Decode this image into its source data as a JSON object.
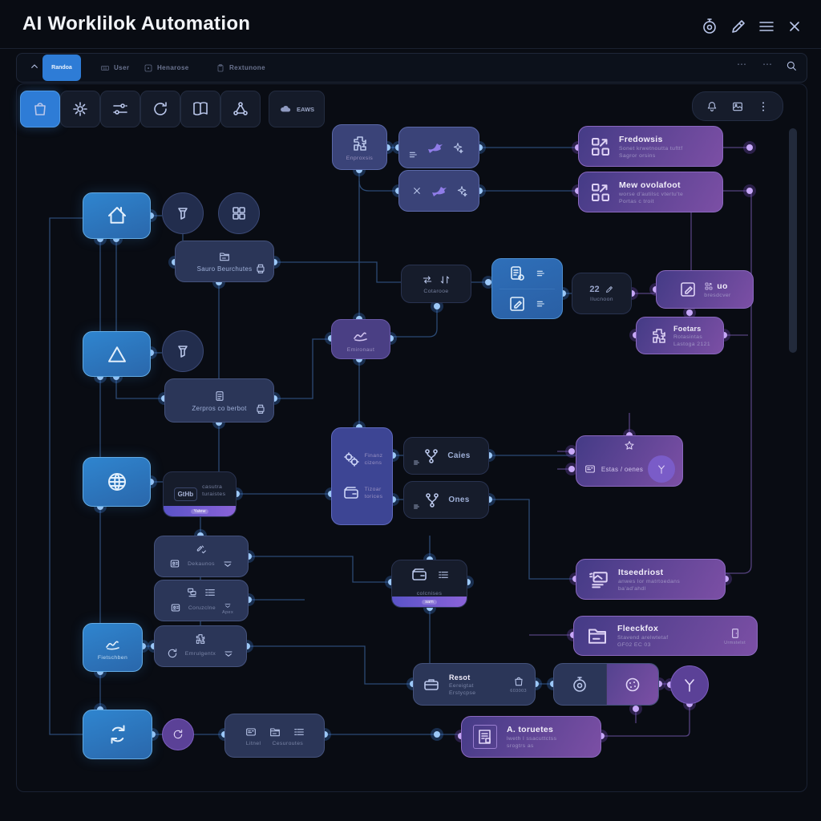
{
  "header": {
    "title": "AI Worklilok Automation"
  },
  "toolbar": {
    "active": "Randoa",
    "tab_user": "User",
    "tab_hen": "Henarose",
    "tab_rex": "Rextunone"
  },
  "iconbar": {
    "aws": "EAWS"
  },
  "colors": {
    "accent_blue": "#2e7cd6",
    "accent_purple": "#7c4fa5",
    "canvas_bg": "#090c13"
  },
  "nodes": {
    "enproxsis": {
      "label": "Enproxsis"
    },
    "fredowsis": {
      "title": "Fredowsis",
      "line1": "Sonet krwetnoutta tufttf",
      "line2": "Sagror orsins"
    },
    "mew": {
      "title": "Mew ovolafoot",
      "line1": "worse d'autilsc vtertu'te",
      "line2": "Portas c troit"
    },
    "sauro": {
      "label": "Sauro Beurchutes"
    },
    "cotarooe": {
      "label": "Cotarooe"
    },
    "emironaut": {
      "label": "Emironaut"
    },
    "ilvawon": {
      "num": "22",
      "label": "Ilucnoon"
    },
    "uo": {
      "title": "uo",
      "sub": "bresdcver"
    },
    "foetars": {
      "title": "Foetars",
      "line1": "Rotasintas",
      "line2": "Lastoga 2121"
    },
    "zerpros": {
      "label": "Zerpros co berbot"
    },
    "github": {
      "logo": "GtHb",
      "line1": "casutra",
      "line2": "turaistes",
      "bar": "Yatew"
    },
    "finanz": {
      "r1a": "Finanz",
      "r1b": "cizens",
      "r2a": "Tizoar",
      "r2b": "torices"
    },
    "caies": {
      "label": "Caies"
    },
    "ones": {
      "label": "Ones"
    },
    "estas": {
      "label": "Estas / oenes"
    },
    "dekaunos": {
      "label": "Dekaunos"
    },
    "coruzclne": {
      "label": "Coruzclne",
      "tag": "Apex"
    },
    "fietschben": {
      "label": "Fietschben"
    },
    "emrulgentx": {
      "label": "Emrulgentx"
    },
    "colcnises": {
      "label": "colcnises",
      "bar": "sam"
    },
    "itseedriost": {
      "title": "Itseedriost",
      "line1": "anwes lor matrtoedans",
      "line2": "ba'ad'ahdl"
    },
    "fleeckfox": {
      "title": "Fleeckfox",
      "line1": "Stavend arelwtetaf",
      "line2": "GF02 EC 03",
      "side": "Urmstelst"
    },
    "resot": {
      "title": "Resot",
      "line1": "Eereigtat",
      "line2": "Erstycpse",
      "side": "603003"
    },
    "litnel": {
      "label1": "Litnel",
      "label2": "Cesuroutes"
    },
    "atoruetes": {
      "title": "A. toruetes",
      "line1": "lweth l ssacuttctss",
      "line2": "srogtrs as"
    }
  }
}
